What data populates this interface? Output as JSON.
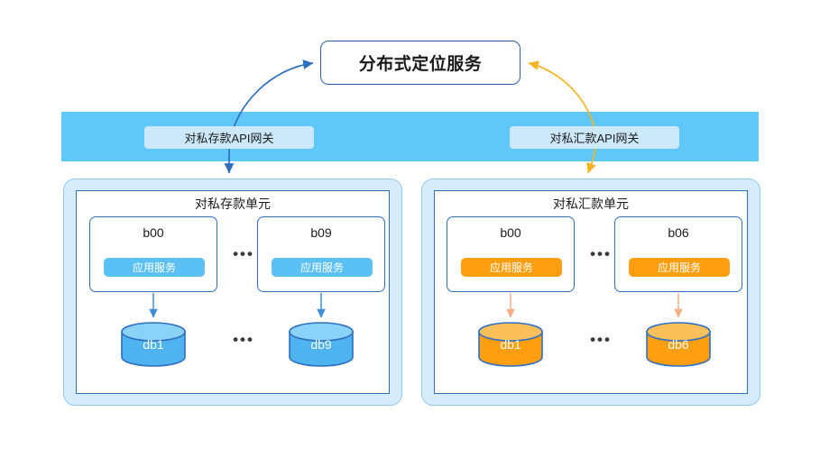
{
  "diagram": {
    "title": "分布式定位服务",
    "band": {
      "color": "#5FC8F8"
    },
    "gateways": [
      {
        "label": "对私存款API网关",
        "side": "left"
      },
      {
        "label": "对私汇款API网关",
        "side": "right"
      }
    ],
    "units": [
      {
        "title": "对私存款单元",
        "accent": "#5BC0F4",
        "ellipsis": "•••",
        "nodes": [
          {
            "name": "b00",
            "service": "应用服务"
          },
          {
            "name": "b09",
            "service": "应用服务"
          }
        ],
        "databases": [
          {
            "name": "db1"
          },
          {
            "name": "db9"
          }
        ]
      },
      {
        "title": "对私汇款单元",
        "accent": "#FF9F0F",
        "ellipsis": "•••",
        "nodes": [
          {
            "name": "b00",
            "service": "应用服务"
          },
          {
            "name": "b06",
            "service": "应用服务"
          }
        ],
        "databases": [
          {
            "name": "db1"
          },
          {
            "name": "db6"
          }
        ]
      }
    ],
    "colors": {
      "title_border": "#2E5FAC",
      "band": "#5FC8F8",
      "gateway_bg": "#CCE8FB",
      "unit_outer_bg": "#D6ECFB",
      "unit_outer_border": "#8FCBF2",
      "unit_inner_border": "#2E6FC2",
      "blue_accent": "#5BC0F4",
      "orange_accent": "#FF9F0F",
      "blue_arrow": "#2E6FC2",
      "orange_arrow": "#F5B324",
      "db_blue_fill": "#4FB3F0",
      "db_orange_fill": "#FF9F0F",
      "db_stroke": "#2E6FC2"
    },
    "connectors": [
      {
        "name": "left-gateway-to-service",
        "color": "#2E6FC2",
        "direction": "up"
      },
      {
        "name": "service-to-right-unit",
        "color": "#F5B324",
        "direction": "down"
      },
      {
        "name": "right-gateway-to-service",
        "color": "#F5B324",
        "direction": "up"
      },
      {
        "name": "left-gateway-to-unit",
        "color": "#2E6FC2",
        "direction": "down"
      }
    ]
  }
}
